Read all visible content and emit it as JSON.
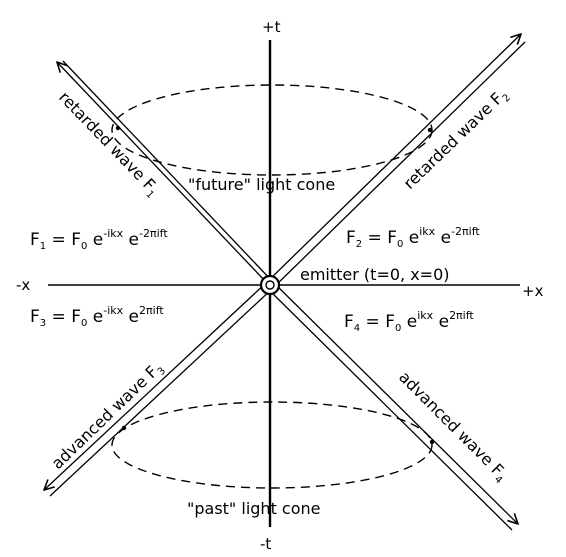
{
  "axes": {
    "t_positive": "+t",
    "t_negative": "-t",
    "x_positive": "+x",
    "x_negative": "-x"
  },
  "emitter": {
    "label": "emitter (t=0, x=0)"
  },
  "light_cones": {
    "future": "\"future\" light cone",
    "past": "\"past\" light cone"
  },
  "waves": [
    {
      "id": "F1",
      "label": "retarded wave",
      "symbol": "F",
      "sub": "1"
    },
    {
      "id": "F2",
      "label": "retarded wave",
      "symbol": "F",
      "sub": "2"
    },
    {
      "id": "F3",
      "label": "advanced wave",
      "symbol": "F",
      "sub": "3"
    },
    {
      "id": "F4",
      "label": "advanced wave",
      "symbol": "F",
      "sub": "4"
    }
  ],
  "equations": [
    {
      "id": "F1",
      "lhs": "F",
      "lhs_sub": "1",
      "eq": " = F",
      "amp_sub": "0",
      "e1": " e",
      "exp1": "-ikx",
      "e2": " e",
      "exp2": "-2πift"
    },
    {
      "id": "F2",
      "lhs": "F",
      "lhs_sub": "2",
      "eq": " = F",
      "amp_sub": "0",
      "e1": " e",
      "exp1": "ikx",
      "e2": " e",
      "exp2": "-2πift"
    },
    {
      "id": "F3",
      "lhs": "F",
      "lhs_sub": "3",
      "eq": " = F",
      "amp_sub": "0",
      "e1": " e",
      "exp1": "-ikx",
      "e2": " e",
      "exp2": "2πift"
    },
    {
      "id": "F4",
      "lhs": "F",
      "lhs_sub": "4",
      "eq": " = F",
      "amp_sub": "0",
      "e1": " e",
      "exp1": "ikx",
      "e2": " e",
      "exp2": "2πift"
    }
  ]
}
